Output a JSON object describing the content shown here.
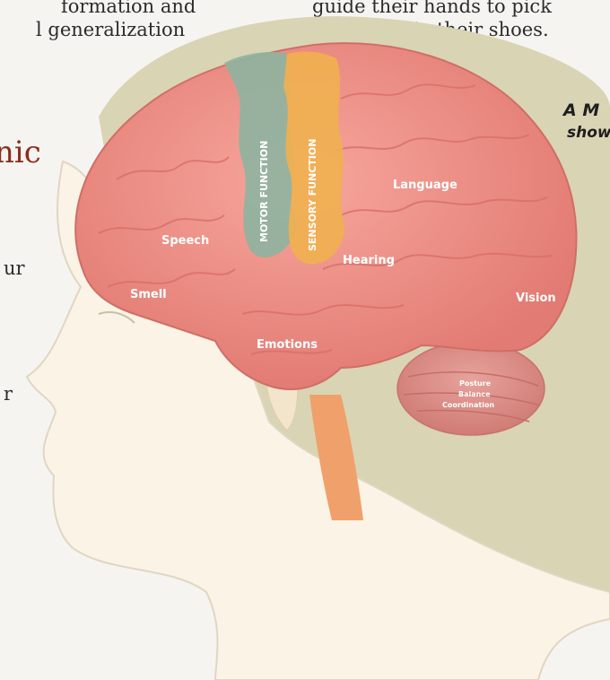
{
  "page_text": {
    "left_line1": "formation and",
    "left_line2": "l generalization",
    "right_line1": "guide their hands to pick",
    "right_line2": "a shirt or tie their shoes.",
    "heading_fragment": "nic",
    "frag_ur": "ur",
    "frag_r": "r"
  },
  "caption": {
    "line1": "A M",
    "line2": "show"
  },
  "brain_labels": {
    "motor": "MOTOR FUNCTION",
    "sensory": "SENSORY FUNCTION",
    "speech": "Speech",
    "smell": "Smell",
    "language": "Language",
    "hearing": "Hearing",
    "vision": "Vision",
    "emotions": "Emotions",
    "posture": "Posture",
    "balance": "Balance",
    "coordination": "Coordination"
  },
  "colors": {
    "brain": "#ef8f86",
    "motor_region": "#8fb3a0",
    "sensory_region": "#f0b050",
    "head": "#faf3e6",
    "hair": "#d9d4b4"
  }
}
